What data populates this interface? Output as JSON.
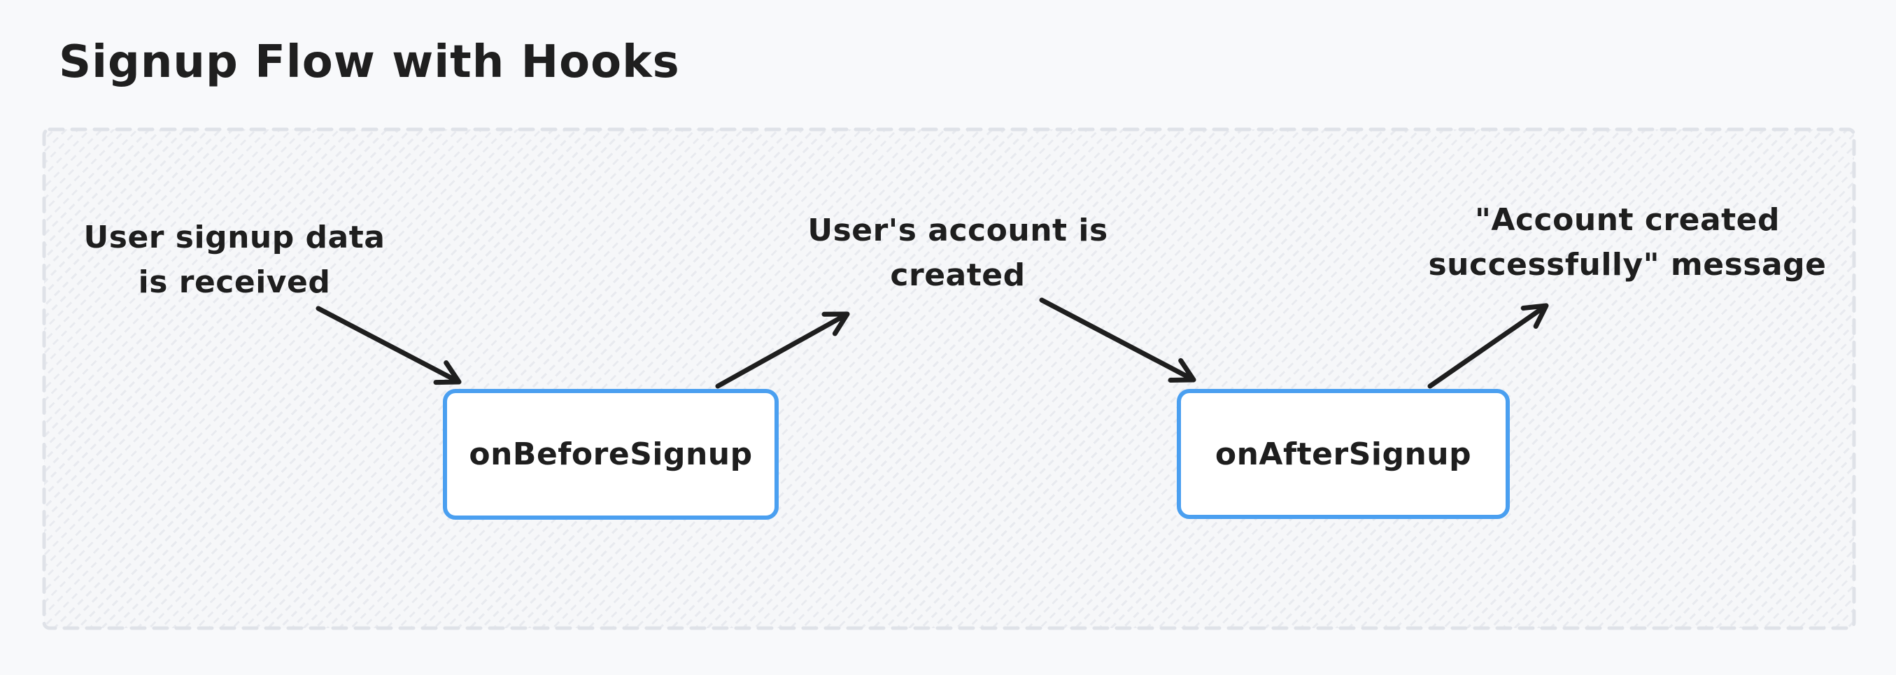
{
  "title": "Signup Flow with Hooks",
  "colors": {
    "background": "#f8f9fb",
    "ink": "#1e1e1e",
    "node_border": "#4a9ff0",
    "node_fill": "#ffffff",
    "frame_dash": "#dfe2e8",
    "hatch_line": "#e8eaef"
  },
  "diagram": {
    "annotations": [
      {
        "id": "t1",
        "lines": [
          "User signup data",
          "is received"
        ]
      },
      {
        "id": "t2",
        "lines": [
          "User's account is",
          "created"
        ]
      },
      {
        "id": "t3",
        "lines": [
          "\"Account created",
          "successfully\" message"
        ]
      }
    ],
    "nodes": [
      {
        "id": "n1",
        "label": "onBeforeSignup"
      },
      {
        "id": "n2",
        "label": "onAfterSignup"
      }
    ],
    "edges": [
      {
        "from": "t1",
        "to": "n1"
      },
      {
        "from": "n1",
        "to": "t2"
      },
      {
        "from": "t2",
        "to": "n2"
      },
      {
        "from": "n2",
        "to": "t3"
      }
    ]
  }
}
